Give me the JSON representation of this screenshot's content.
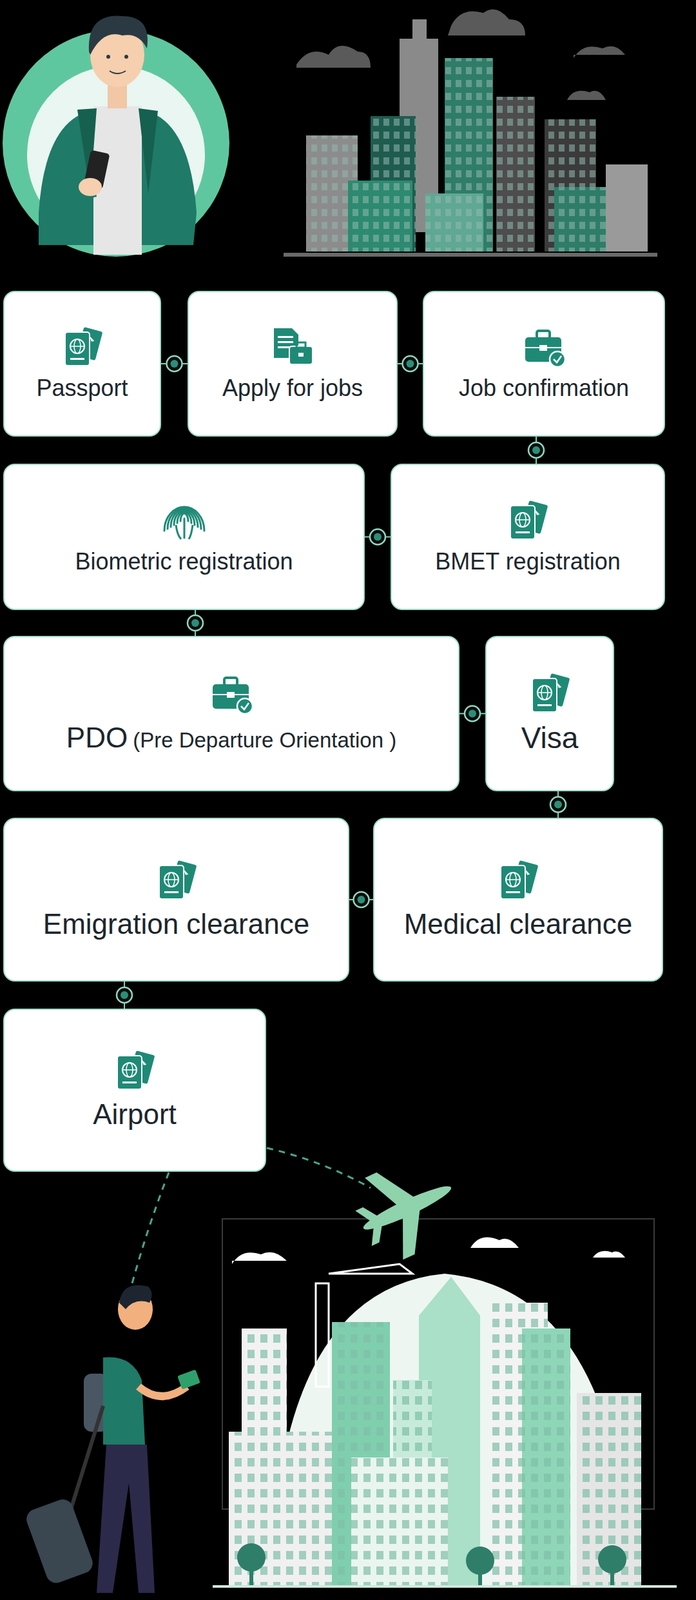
{
  "diagram": {
    "nodes": [
      {
        "text": [
          "Passport"
        ]
      },
      {
        "text": [
          "Apply for jobs"
        ]
      },
      {
        "text": [
          "Job confirmation"
        ]
      },
      {
        "text": [
          "Biometric registration"
        ]
      },
      {
        "text": [
          "BMET registration"
        ]
      },
      {
        "text": [
          "PDO",
          "(Pre Departure Orientation )"
        ]
      },
      {
        "text": [
          "Visa"
        ]
      },
      {
        "text": [
          "Emigration clearance"
        ]
      },
      {
        "text": [
          "Medical clearance"
        ]
      },
      {
        "text": [
          "Airport"
        ]
      }
    ],
    "edges": [
      {
        "from": 0,
        "to": 1,
        "arrow": "none"
      },
      {
        "from": 1,
        "to": 2,
        "arrow": "none"
      },
      {
        "from": 2,
        "to": 4,
        "arrow": "none"
      },
      {
        "from": 4,
        "to": 3,
        "arrow": "none"
      },
      {
        "from": 3,
        "to": 5,
        "arrow": "none"
      },
      {
        "from": 5,
        "to": 6,
        "arrow": "none"
      },
      {
        "from": 6,
        "to": 8,
        "arrow": "none"
      },
      {
        "from": 8,
        "to": 7,
        "arrow": "none"
      },
      {
        "from": 7,
        "to": 9,
        "arrow": "none"
      }
    ]
  }
}
